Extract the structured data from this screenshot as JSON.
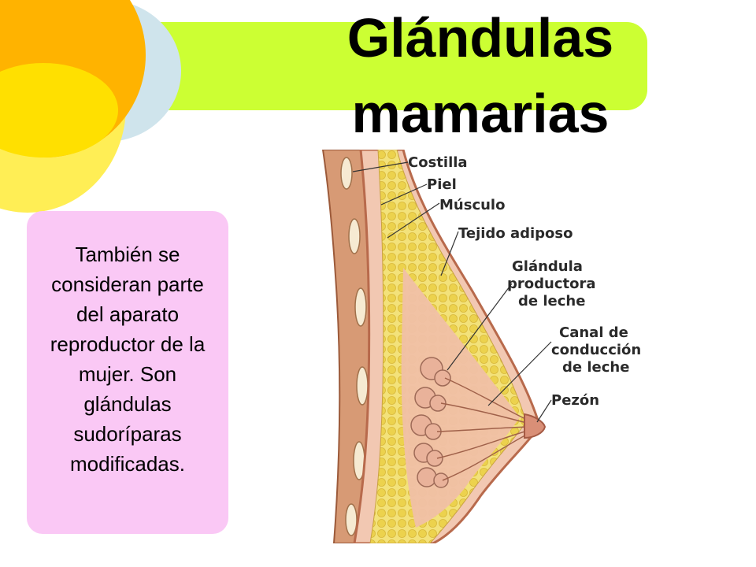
{
  "title": {
    "line1": "Glándulas",
    "line2": "mamarias"
  },
  "description": "También se consideran parte del aparato reproductor de la mujer. Son glándulas sudoríparas modificadas.",
  "diagram": {
    "labels": {
      "costilla": "Costilla",
      "piel": "Piel",
      "musculo": "Músculo",
      "tejido": "Tejido adiposo",
      "glandula": [
        "Glándula",
        "productora",
        "de leche"
      ],
      "canal": [
        "Canal de",
        "conducción",
        "de leche"
      ],
      "pezon": "Pezón"
    }
  },
  "colors": {
    "title_bar": "#ccff33",
    "text_box": "#fac8f5",
    "circle_orange": "#ffb300",
    "circle_yellow": "#ffee55",
    "circle_blue": "#cfe4ec"
  }
}
